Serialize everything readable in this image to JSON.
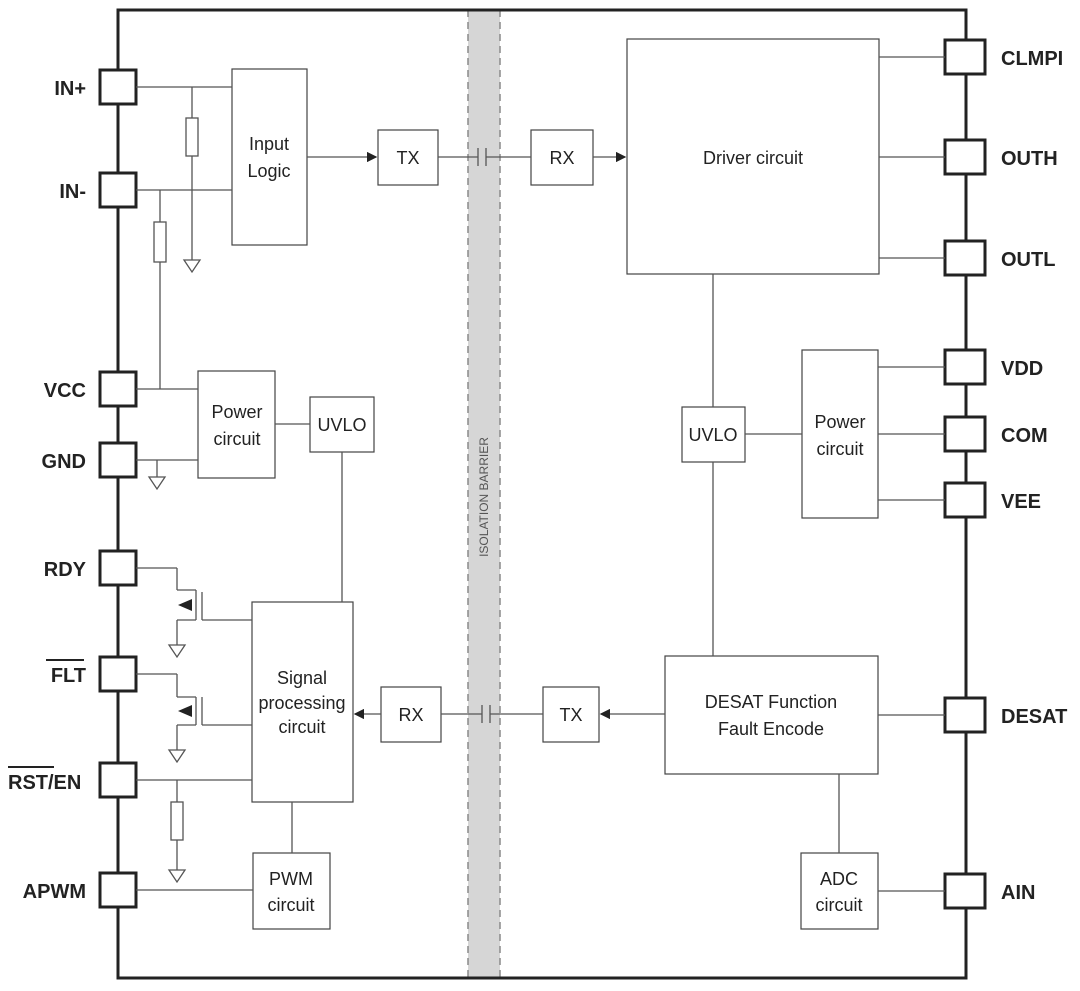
{
  "barrier_label": "ISOLATION BARRIER",
  "pins_left": {
    "in_plus": "IN+",
    "in_minus": "IN-",
    "vcc": "VCC",
    "gnd": "GND",
    "rdy": "RDY",
    "flt": "FLT",
    "rst": "RST",
    "rst_en_suffix": "/EN",
    "apwm": "APWM"
  },
  "pins_right": {
    "clmpi": "CLMPI",
    "outh": "OUTH",
    "outl": "OUTL",
    "vdd": "VDD",
    "com": "COM",
    "vee": "VEE",
    "desat": "DESAT",
    "ain": "AIN"
  },
  "blocks": {
    "input_logic": [
      "Input",
      "Logic"
    ],
    "tx_top": "TX",
    "rx_top": "RX",
    "driver_circuit": "Driver circuit",
    "power_left": [
      "Power",
      "circuit"
    ],
    "uvlo_left": "UVLO",
    "uvlo_right": "UVLO",
    "power_right": [
      "Power",
      "circuit"
    ],
    "signal_processing": [
      "Signal",
      "processing",
      "circuit"
    ],
    "rx_bottom": "RX",
    "tx_bottom": "TX",
    "desat_block": [
      "DESAT Function",
      "Fault Encode"
    ],
    "pwm_circuit": [
      "PWM",
      "circuit"
    ],
    "adc_circuit": [
      "ADC",
      "circuit"
    ]
  },
  "colors": {
    "line": "#222222",
    "barrier_fill": "#d6d6d6",
    "barrier_dash": "#8a8a8a"
  }
}
